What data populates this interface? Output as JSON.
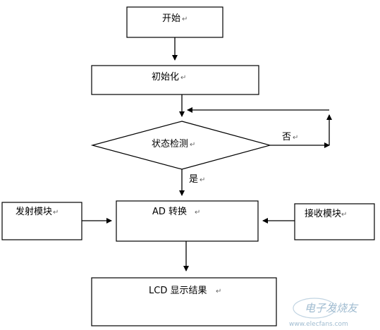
{
  "nodes": {
    "start": "开始",
    "init": "初始化",
    "status_check": "状态检测",
    "transmit_module": "发射模块",
    "ad_convert": "AD 转换",
    "receive_module": "接收模块",
    "lcd_display": "LCD 显示结果"
  },
  "edge_labels": {
    "no": "否",
    "yes": "是"
  },
  "para_mark": "↵",
  "watermark": {
    "line1": "电子发烧友",
    "line2": "www.elecfans.com"
  }
}
